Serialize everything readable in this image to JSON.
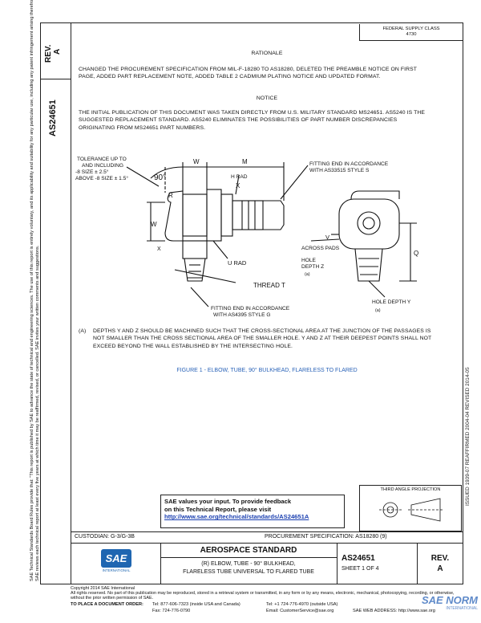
{
  "header_box": {
    "line1": "FEDERAL SUPPLY CLASS",
    "line2": "4730"
  },
  "left_column": {
    "rev_label": "REV.",
    "rev_value": "A",
    "doc_number": "AS24651"
  },
  "side_notes": {
    "left": "SAE Technical Standards Board Rules provide that: \"This report is published by SAE to advance the state of technical and engineering sciences. The use of this report is entirely voluntary, and its applicability and suitability for any particular use, including any patent infringement arising therefrom, is the sole responsibility of the user.\"",
    "left2": "SAE reviews each technical report at least every five years at which time it may be reaffirmed, revised, or cancelled. SAE invites your written comments and suggestions.",
    "right": "ISSUED 1939-07    REAFFIRMED 2004-04    REVISED 2014-05"
  },
  "rationale": {
    "heading": "RATIONALE",
    "text": "CHANGED THE PROCUREMENT SPECIFICATION FROM MIL-F-18280 TO AS18280, DELETED THE PREAMBLE NOTICE ON FIRST PAGE, ADDED PART REPLACEMENT NOTE, ADDED TABLE 2 CADMIUM PLATING NOTICE AND UPDATED FORMAT."
  },
  "notice": {
    "heading": "NOTICE",
    "text": "THE INITIAL PUBLICATION OF THIS DOCUMENT WAS TAKEN DIRECTLY FROM U.S. MILITARY STANDARD MS24651. AS5240 IS THE SUGGESTED REPLACEMENT STANDARD. AS5240 ELIMINATES THE POSSIBILITIES OF PART NUMBER DISCREPANCIES ORIGINATING FROM MS24651 PART NUMBERS."
  },
  "drawing": {
    "tolerance_line1": "TOLERANCE UP TO",
    "tolerance_line2": "AND INCLUDING",
    "tolerance_line3": "-8 SIZE ± 2.5°",
    "tolerance_line4": "ABOVE -8 SIZE ± 1.5°",
    "angle": "90°",
    "dim_w": "W",
    "dim_m": "M",
    "dim_h_rad": "H RAD",
    "dim_x": "X",
    "dim_r": "R",
    "dim_w_left": "W",
    "dim_x_low": "X",
    "dim_u_rad": "U RAD",
    "thread": "THREAD T",
    "fitting_s_line1": "FITTING END IN ACCORDANCE",
    "fitting_s_line2": "WITH AS33515 STYLE S",
    "dim_v": "V",
    "across_pads": "ACROSS PADS",
    "hole_z_line1": "HOLE",
    "hole_z_line2": "DEPTH Z",
    "hole_z_note": "(a)",
    "dim_q": "Q",
    "fitting_g_line1": "FITTING END IN ACCORDANCE",
    "fitting_g_line2": "WITH AS4395 STYLE G",
    "hole_y": "HOLE DEPTH Y",
    "hole_y_note": "(a)"
  },
  "footnote": {
    "marker": "(a)",
    "text": "DEPTHS Y AND Z SHOULD BE MACHINED SUCH THAT THE CROSS-SECTIONAL AREA AT THE JUNCTION OF THE PASSAGES IS NOT SMALLER THAN THE CROSS SECTIONAL AREA OF THE SMALLER HOLE. Y AND Z AT THEIR DEEPEST POINTS SHALL NOT EXCEED BEYOND THE WALL ESTABLISHED BY THE INTERSECTING HOLE."
  },
  "figure_caption": "FIGURE 1 - ELBOW, TUBE, 90° BULKHEAD, FLARELESS TO FLARED",
  "projection_label": "THIRD ANGLE PROJECTION",
  "feedback": {
    "line1": "SAE values your input. To provide feedback",
    "line2": "on this Technical Report, please visit",
    "url": "http://www.sae.org/technical/standards/AS24651A"
  },
  "title_block": {
    "custodian": "CUSTODIAN: G-3/G-3B",
    "procurement": "PROCUREMENT SPECIFICATION: AS18280 (9)",
    "standard": "AEROSPACE STANDARD",
    "desc_line1": "(R) ELBOW, TUBE - 90° BULKHEAD,",
    "desc_line2": "FLARELESS TUBE UNIVERSAL TO FLARED TUBE",
    "doc_number": "AS24651",
    "sheet": "SHEET 1 OF 4",
    "rev_label": "REV.",
    "rev_value": "A",
    "logo_text": "SAE",
    "logo_sub": "INTERNATIONAL"
  },
  "legal": {
    "copyright": "Copyright 2014 SAE International",
    "rights": "All rights reserved. No part of this publication may be reproduced, stored in a retrieval system or transmitted, in any form or by any means, electronic, mechanical, photocopying, recording, or otherwise, without the prior written permission of SAE.",
    "order_label": "TO PLACE A DOCUMENT ORDER:",
    "tel1": "Tel: 877-606-7323 (inside USA and Canada)",
    "tel2": "Tel: +1 724-776-4970 (outside USA)",
    "fax": "Fax: 724-776-0790",
    "email": "Email: CustomerService@sae.org",
    "web": "SAE WEB ADDRESS: http://www.sae.org"
  },
  "watermark": {
    "text": "SAE NORM",
    "sub": "INTERNATIONAL"
  }
}
